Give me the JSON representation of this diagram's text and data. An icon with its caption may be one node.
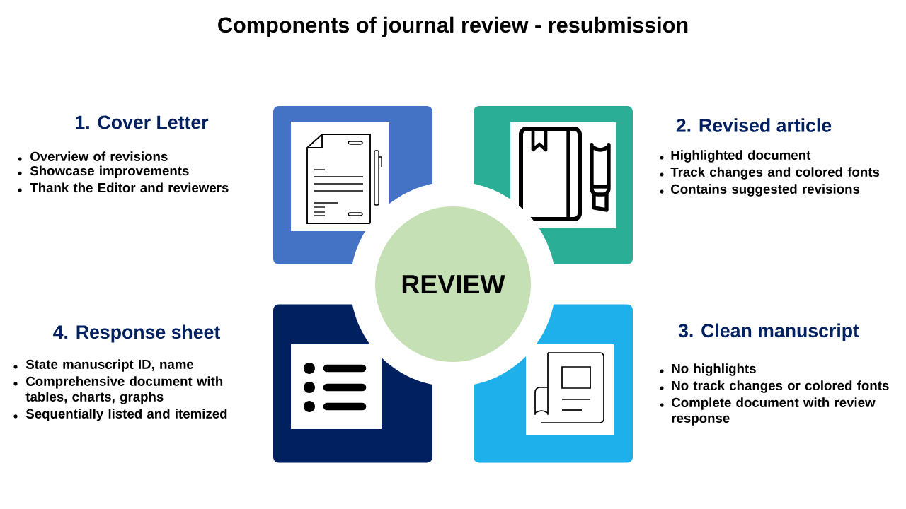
{
  "diagram": {
    "title": "Components of journal review - resubmission",
    "nodes": [
      {
        "text": [],
        "shape": "box",
        "beside": [
          "1. Cover Letter",
          "Overview of revisions",
          "Showcase improvements",
          "Thank the Editor and reviewers"
        ]
      },
      {
        "text": [],
        "shape": "box",
        "beside": [
          "2. Revised article",
          "Highlighted document",
          "Track changes and colored fonts",
          "Contains suggested revisions"
        ]
      },
      {
        "text": [
          "REVIEW"
        ]
      },
      {
        "text": [],
        "shape": "box",
        "beside": [
          "4. Response sheet",
          "State manuscript ID, name",
          "Comprehensive document with tables, charts, graphs",
          "Sequentially listed and itemized"
        ]
      },
      {
        "text": [],
        "shape": "box",
        "beside": [
          "3. Clean manuscript",
          "No highlights",
          "No track changes or colored fonts",
          "Complete document with review response"
        ]
      }
    ]
  }
}
